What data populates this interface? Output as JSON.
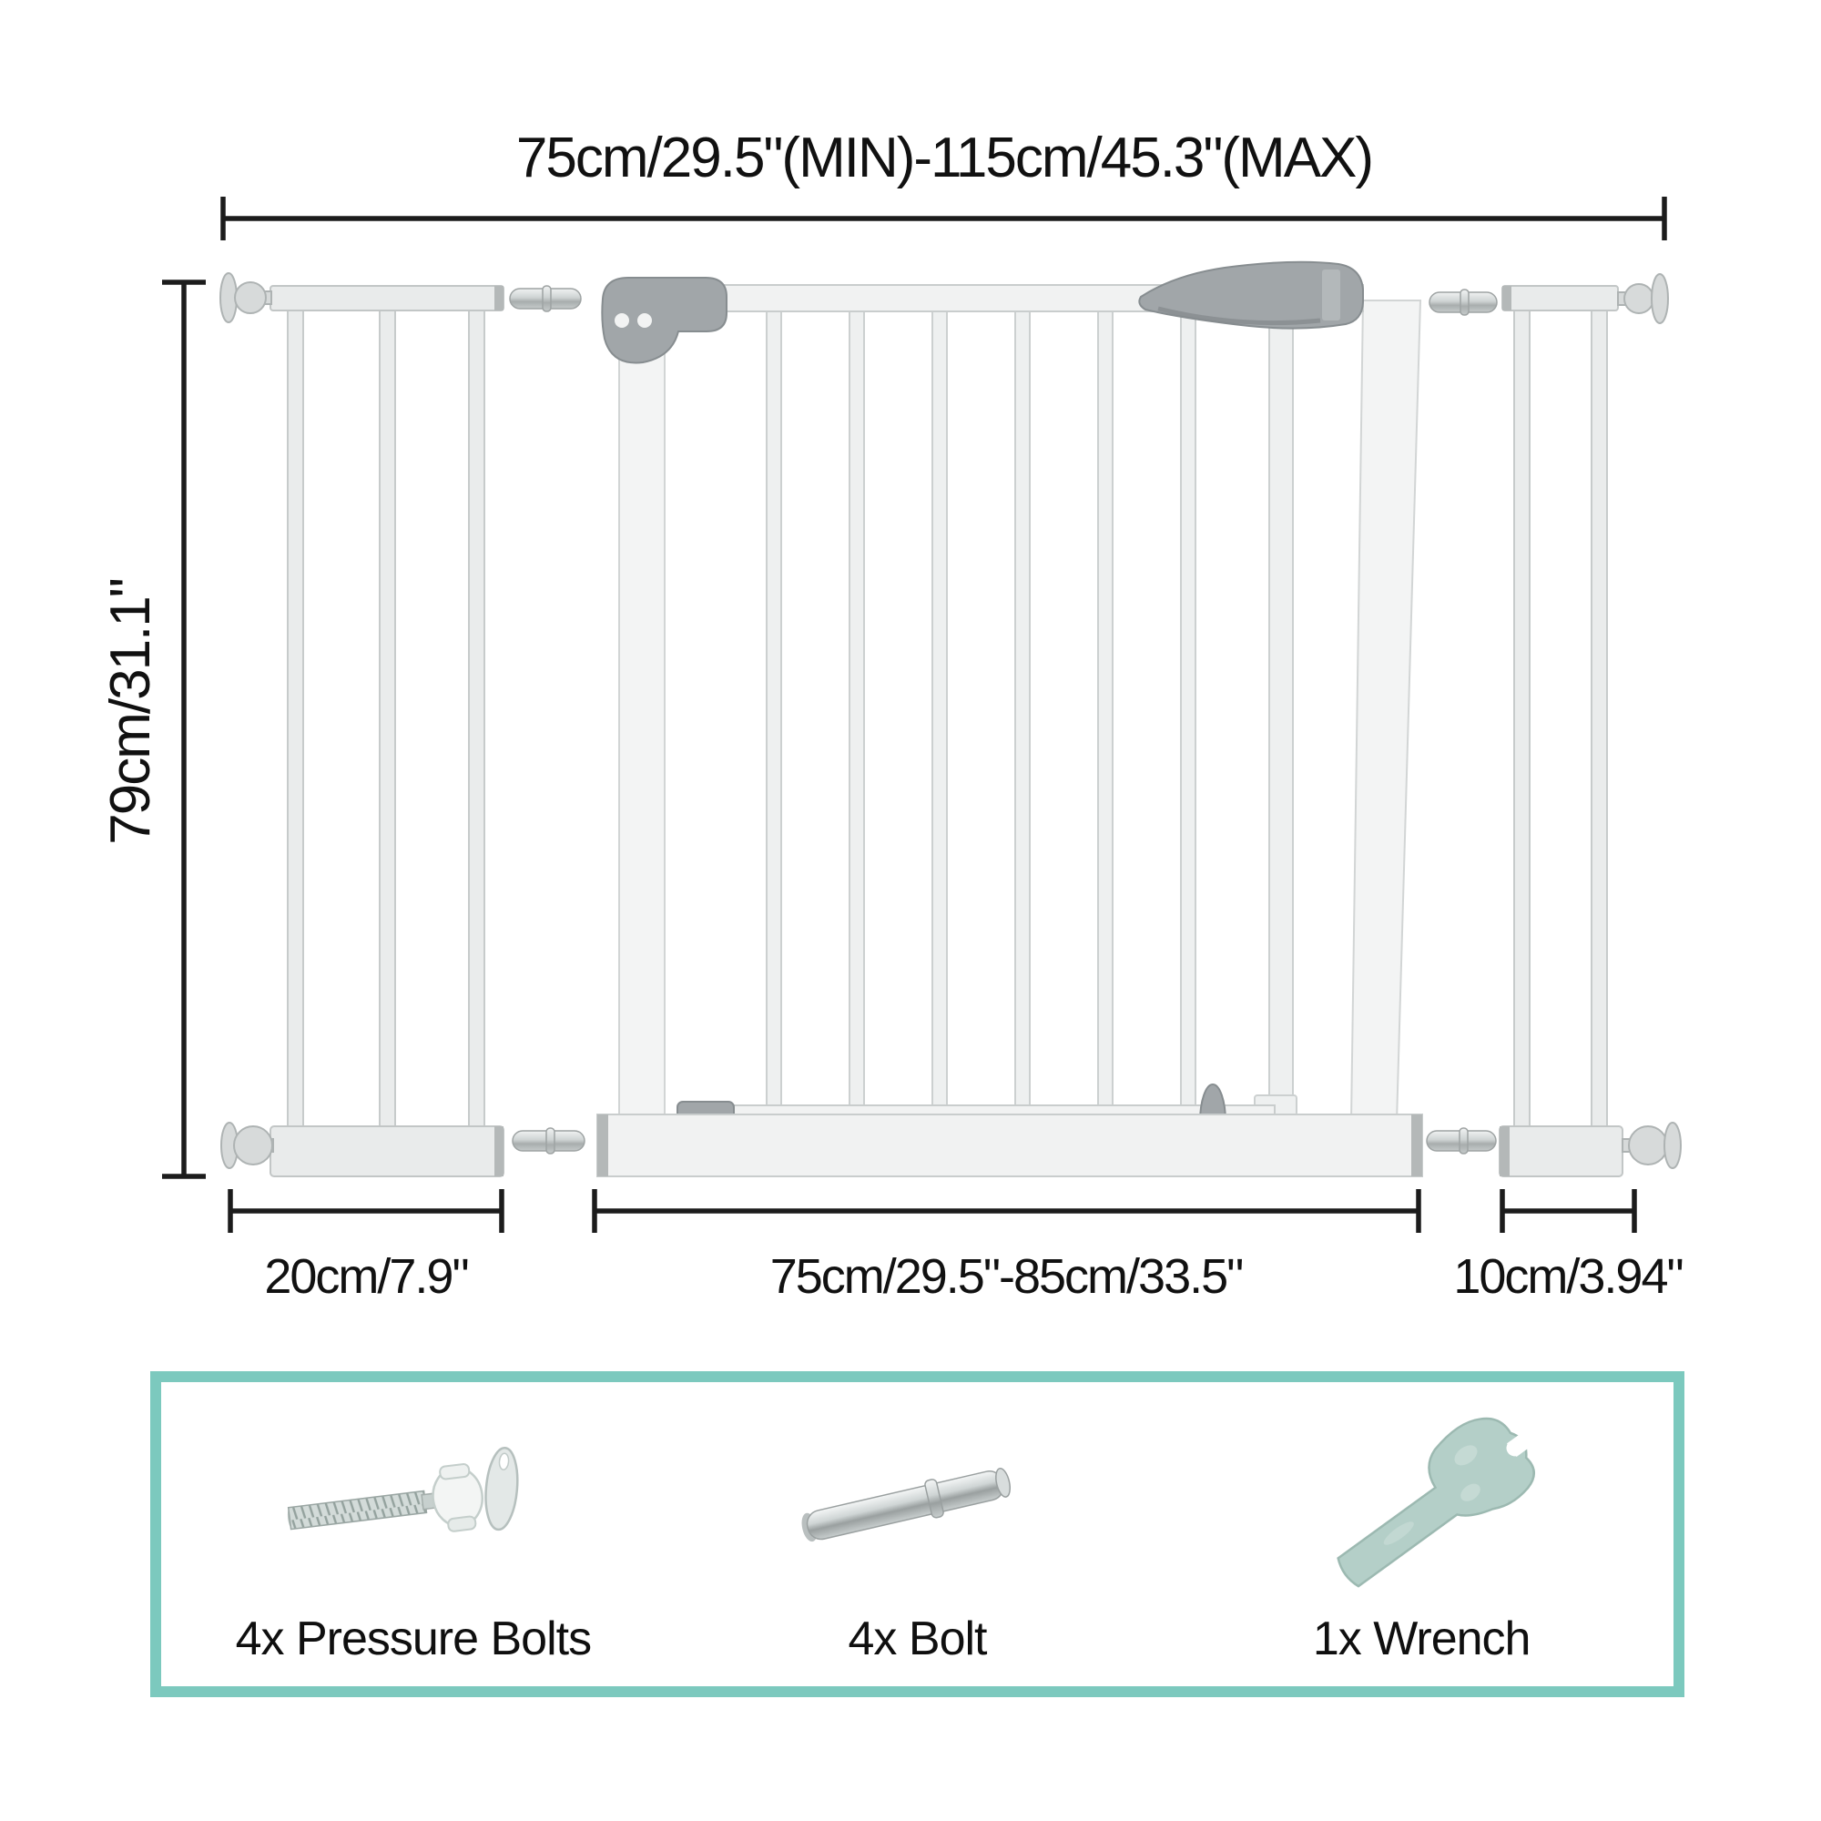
{
  "diagram": {
    "overall_width_label": "75cm/29.5\"(MIN)-115cm/45.3\"(MAX)",
    "height_label": "79cm/31.1\"",
    "left_extension_width_label": "20cm/7.9\"",
    "gate_width_label": "75cm/29.5\"-85cm/33.5\"",
    "right_extension_width_label": "10cm/3.94\""
  },
  "hardware_kit": {
    "items": [
      {
        "id": "pressure-bolts",
        "quantity": "4x",
        "part": "Pressure Bolts",
        "label": "4x Pressure Bolts"
      },
      {
        "id": "bolt",
        "quantity": "4x",
        "part": "Bolt",
        "label": "4x Bolt"
      },
      {
        "id": "wrench",
        "quantity": "1x",
        "part": "Wrench",
        "label": "1x Wrench"
      }
    ]
  },
  "colors": {
    "dimension_ink": "#1c1c1c",
    "gate_metal_light": "#f1f2f2",
    "gate_metal_mid": "#e9ebeb",
    "hardware_gray": "#a1a6a9",
    "kit_border_teal": "#7cc9be",
    "wrench_green": "#b4cfc8"
  }
}
